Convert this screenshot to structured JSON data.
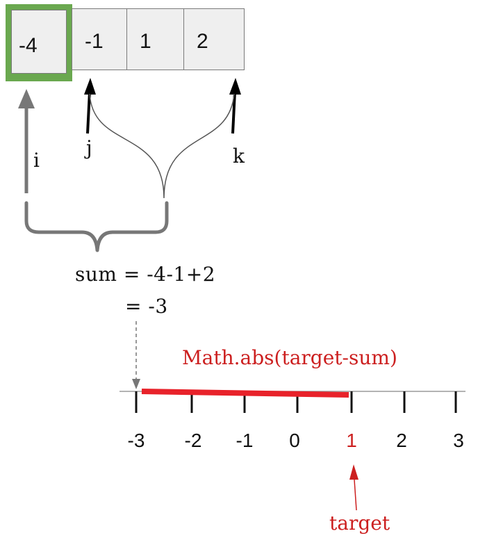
{
  "array": {
    "cells": [
      "-4",
      "-1",
      "1",
      "2"
    ],
    "highlight_color": "#6aa84f"
  },
  "pointers": {
    "i": "i",
    "j": "j",
    "k": "k"
  },
  "sum": {
    "line1": "sum = -4-1+2",
    "line2": "= -3"
  },
  "number_line": {
    "ticks": [
      "-3",
      "-2",
      "-1",
      "0",
      "1",
      "2",
      "3"
    ],
    "span_label": "Math.abs(target-sum)",
    "target_label": "target",
    "accent_color": "#e8222a"
  }
}
